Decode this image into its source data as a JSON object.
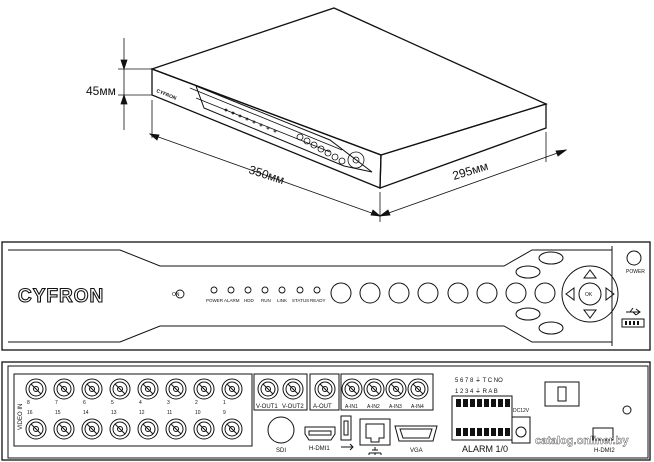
{
  "dimensions": {
    "height": "45мм",
    "width": "350мм",
    "depth": "295мм"
  },
  "brand": "CYFRON",
  "brand_small": "CYFRON",
  "front": {
    "power_key": "ON",
    "indicators": [
      "POWER",
      "ALARM",
      "HDD",
      "RUN",
      "LINK",
      "STATUS",
      "READY"
    ],
    "power_label": "POWER",
    "nav_center": "OK"
  },
  "rear": {
    "video_in": "VIDEO IN",
    "top_row_numbers": [
      "8",
      "7",
      "6",
      "5",
      "4",
      "3",
      "2",
      "1"
    ],
    "bottom_row_numbers": [
      "16",
      "15",
      "14",
      "13",
      "12",
      "11",
      "10",
      "9"
    ],
    "video_out": [
      "V-OUT1",
      "V-OUT2"
    ],
    "audio_out": "A-OUT",
    "audio_in": [
      "A-IN1",
      "A-IN2",
      "A-IN3",
      "A-IN4"
    ],
    "sdi": "SDI",
    "hdmi1": "H-DMI1",
    "vga": "VGA",
    "alarm": "ALARM 1/0",
    "alarm_top": "5 6 7 8 ⏚ T C NO",
    "alarm_bottom": "1 2 3 4 ⏚ R A B",
    "dc": "DC12V",
    "hdmi2": "H-DMI2"
  },
  "watermark": "catalog.onliner.by"
}
